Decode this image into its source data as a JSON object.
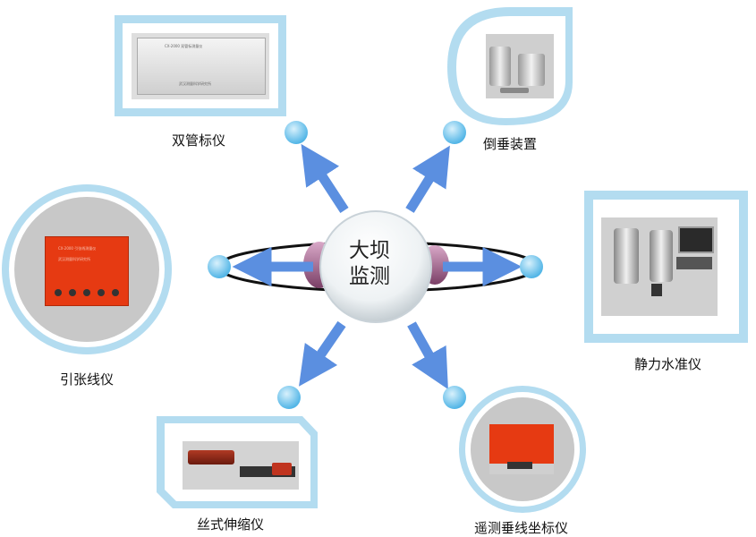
{
  "center": {
    "line1": "大坝",
    "line2": "监测"
  },
  "instruments": [
    {
      "label": "双管标仪",
      "device_text_1": "CX-2000 双管标测量仪",
      "device_text_2": "武汉测量科学研究所"
    },
    {
      "label": "倒垂装置"
    },
    {
      "label": "静力水准仪"
    },
    {
      "label": "遥测垂线坐标仪"
    },
    {
      "label": "丝式伸缩仪"
    },
    {
      "label": "引张线仪",
      "device_text_1": "CX-2000 引张线测量仪",
      "device_text_2": "武汉测量科学研究所"
    }
  ],
  "colors": {
    "arrow": "#5b8fe0",
    "frame": "#b3dcf0",
    "node": "#6fc3ec",
    "ring": "#111111",
    "device_red": "#e63a12"
  }
}
